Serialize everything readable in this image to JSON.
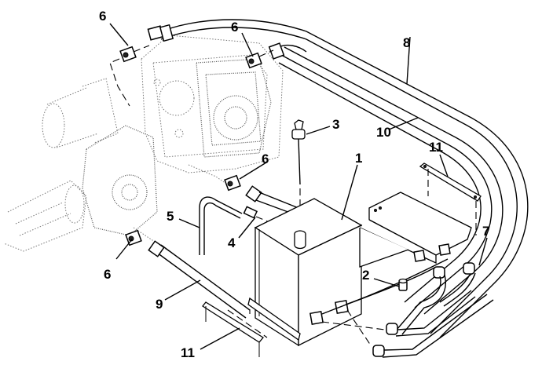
{
  "figure": {
    "type": "exploded parts diagram",
    "subject": "hydraulic reservoir and hose assembly"
  },
  "callouts": [
    {
      "id": "1",
      "label": "1",
      "part": "reservoir-tank"
    },
    {
      "id": "2",
      "label": "2",
      "part": "fitting"
    },
    {
      "id": "3",
      "label": "3",
      "part": "dipstick-cap"
    },
    {
      "id": "4",
      "label": "4",
      "part": "fitting"
    },
    {
      "id": "5",
      "label": "5",
      "part": "vent-tube"
    },
    {
      "id": "6a",
      "label": "6",
      "part": "fitting"
    },
    {
      "id": "6b",
      "label": "6",
      "part": "fitting"
    },
    {
      "id": "6c",
      "label": "6",
      "part": "fitting"
    },
    {
      "id": "6d",
      "label": "6",
      "part": "fitting"
    },
    {
      "id": "7",
      "label": "7",
      "part": "hose"
    },
    {
      "id": "8",
      "label": "8",
      "part": "tube"
    },
    {
      "id": "9",
      "label": "9",
      "part": "hose"
    },
    {
      "id": "10",
      "label": "10",
      "part": "hose"
    },
    {
      "id": "11a",
      "label": "11",
      "part": "mounting-bracket"
    },
    {
      "id": "11b",
      "label": "11",
      "part": "mounting-bracket"
    }
  ]
}
